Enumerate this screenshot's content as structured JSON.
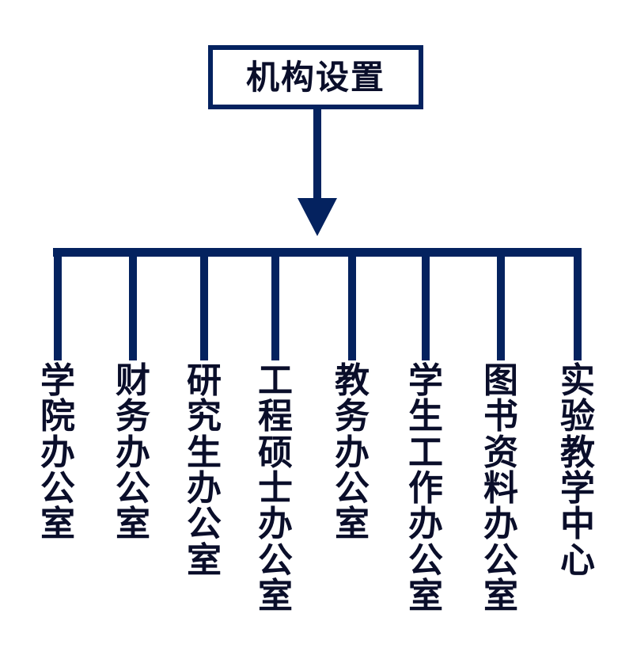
{
  "diagram": {
    "type": "organizational-chart",
    "orientation": "top-down",
    "accent_color": "#04225f",
    "text_color": "#0a0e2a",
    "background_color": "#ffffff",
    "root": {
      "label": "机构设置"
    },
    "connector": {
      "arrow_direction": "down"
    },
    "nodes": [
      {
        "label": "学院办公室",
        "chars": [
          "学",
          "院",
          "办",
          "公",
          "室"
        ]
      },
      {
        "label": "财务办公室",
        "chars": [
          "财",
          "务",
          "办",
          "公",
          "室"
        ]
      },
      {
        "label": "研究生办公室",
        "chars": [
          "研",
          "究",
          "生",
          "办",
          "公",
          "室"
        ]
      },
      {
        "label": "工程硕士办公室",
        "chars": [
          "工",
          "程",
          "硕",
          "士",
          "办",
          "公",
          "室"
        ]
      },
      {
        "label": "教务办公室",
        "chars": [
          "教",
          "务",
          "办",
          "公",
          "室"
        ]
      },
      {
        "label": "学生工作办公室",
        "chars": [
          "学",
          "生",
          "工",
          "作",
          "办",
          "公",
          "室"
        ]
      },
      {
        "label": "图书资料办公室",
        "chars": [
          "图",
          "书",
          "资",
          "料",
          "办",
          "公",
          "室"
        ]
      },
      {
        "label": "实验教学中心",
        "chars": [
          "实",
          "验",
          "教",
          "学",
          "中",
          "心"
        ]
      }
    ]
  }
}
